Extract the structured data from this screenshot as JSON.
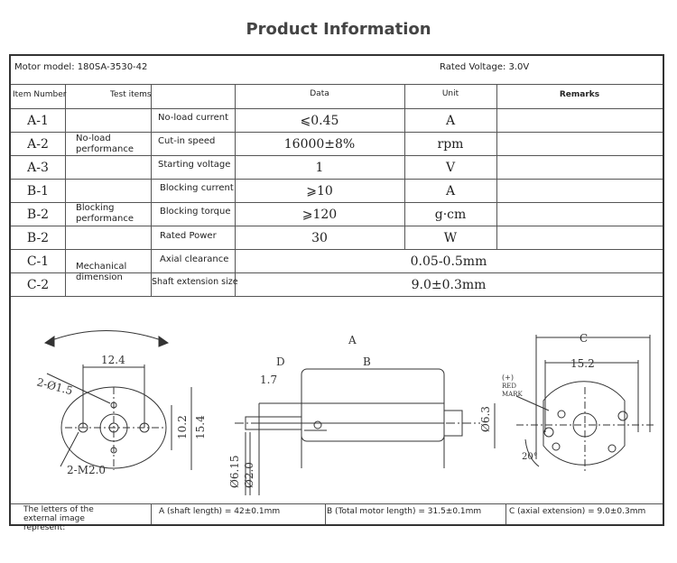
{
  "page_title": "Product Information",
  "header": {
    "motor_model": "Motor model: 180SA-3530-42",
    "rated_voltage": "Rated Voltage: 3.0V"
  },
  "columns": {
    "item_number": "Item Number",
    "test_items": "Test items",
    "data": "Data",
    "unit": "Unit",
    "remarks": "Remarks"
  },
  "groups": {
    "noload": "No-load performance",
    "blocking": "Blocking performance",
    "mechanical": "Mechanical dimension"
  },
  "rows": [
    {
      "id": "A-1",
      "item": "No-load current",
      "data": "⩽0.45",
      "unit": "A"
    },
    {
      "id": "A-2",
      "item": "Cut-in speed",
      "data": "16000±8%",
      "unit": "rpm"
    },
    {
      "id": "A-3",
      "item": "Starting voltage",
      "data": "1",
      "unit": "V"
    },
    {
      "id": "B-1",
      "item": "Blocking current",
      "data": "⩾10",
      "unit": "A"
    },
    {
      "id": "B-2",
      "item": "Blocking torque",
      "data": "⩾120",
      "unit": "g·cm"
    },
    {
      "id": "B-2",
      "item": "Rated Power",
      "data": "30",
      "unit": "W"
    },
    {
      "id": "C-1",
      "item": "Axial clearance",
      "data": "0.05-0.5mm",
      "unit": ""
    },
    {
      "id": "C-2",
      "item": "Shaft extension size",
      "data": "9.0±0.3mm",
      "unit": ""
    }
  ],
  "drawing": {
    "left_dims": [
      "12.4",
      "2-Ø1.5",
      "10.2",
      "15.4",
      "2-M2.0"
    ],
    "side_dims": [
      "A",
      "D",
      "B",
      "1.7",
      "Ø6.3",
      "Ø6.15",
      "Ø2.0"
    ],
    "right_dims": [
      "C",
      "15.2",
      "(+)",
      "RED",
      "MARK",
      "20°"
    ]
  },
  "footer": {
    "legend": "The letters of the external image represent:",
    "a": "A (shaft length) = 42±0.1mm",
    "b": "B (Total motor length) = 31.5±0.1mm",
    "c": "C (axial extension) = 9.0±0.3mm"
  }
}
